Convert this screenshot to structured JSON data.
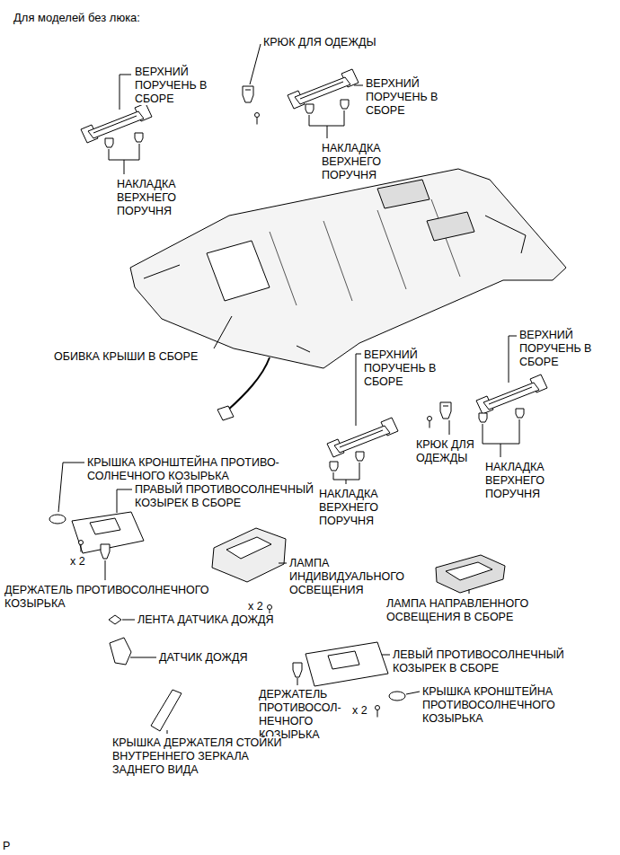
{
  "diagram": {
    "title": "Для моделей без люка:",
    "labels": [
      "КРЮК ДЛЯ ОДЕЖДЫ",
      "ВЕРХНИЙ ПОРУЧЕНЬ В СБОРЕ",
      "ВЕРХНИЙ ПОРУЧЕНЬ В СБОРЕ",
      "НАКЛАДКА ВЕРХНЕГО ПОРУЧНЯ",
      "НАКЛАДКА ВЕРХНЕГО ПОРУЧНЯ",
      "ОБИВКА КРЫШИ В СБОРЕ",
      "ВЕРХНИЙ ПОРУЧЕНЬ В СБОРЕ",
      "ВЕРХНИЙ ПОРУЧЕНЬ В СБОРЕ",
      "КРЫШКА КРОНШТЕЙНА ПРОТИВО- СОЛНЕЧНОГО КОЗЫРЬКА",
      "ПРАВЫЙ ПРОТИВОСОЛНЕЧНЫЙ КОЗЫРЕК В СБОРЕ",
      "КРЮК ДЛЯ ОДЕЖДЫ",
      "НАКЛАДКА ВЕРХНЕГО ПОРУЧНЯ",
      "НАКЛАДКА ВЕРХНЕГО ПОРУЧНЯ",
      "x 2",
      "ДЕРЖАТЕЛЬ ПРОТИВОСОЛНЕЧНОГО КОЗЫРЬКА",
      "ЛАМПА ИНДИВИДУАЛЬНОГО ОСВЕЩЕНИЯ",
      "x 2",
      "ЛАМПА НАПРАВЛЕННОГО ОСВЕЩЕНИЯ В СБОРЕ",
      "ЛЕНТА ДАТЧИКА ДОЖДЯ",
      "ДАТЧИК ДОЖДЯ",
      "ЛЕВЫЙ ПРОТИВОСОЛНЕЧНЫЙ КОЗЫРЕК В СБОРЕ",
      "ДЕРЖАТЕЛЬ ПРОТИВОСОЛ- НЕЧНОГО КОЗЫРЬКА",
      "x 2",
      "КРЫШКА КРОНШТЕЙНА ПРОТИВОСОЛНЕЧНОГО КОЗЫРЬКА",
      "КРЫШКА ДЕРЖАТЕЛЯ СТОЙКИ ВНУТРЕННЕГО ЗЕРКАЛА ЗАДНЕГО ВИДА",
      "P"
    ]
  }
}
